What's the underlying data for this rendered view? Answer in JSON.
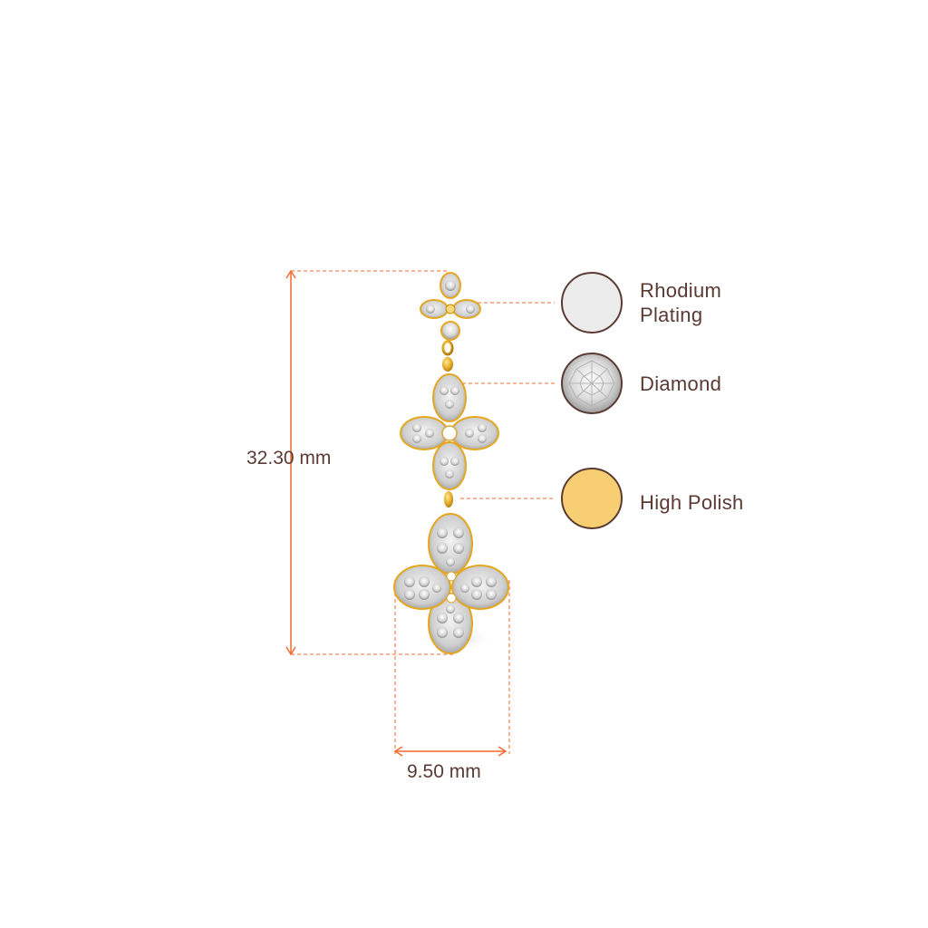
{
  "dimensions": {
    "height_label": "32.30 mm",
    "width_label": "9.50 mm"
  },
  "legend": {
    "rhodium": {
      "label": "Rhodium Plating",
      "color": "#ececec"
    },
    "diamond": {
      "label": "Diamond",
      "color": "#f2f2f2"
    },
    "polish": {
      "label": "High Polish",
      "color": "#f7cf72"
    }
  },
  "colors": {
    "dimension_line": "#f26a2e",
    "text": "#5a3a33",
    "swatch_border": "#5a3a33",
    "gold": "#e5a721",
    "stone": "#e3e3e3"
  }
}
